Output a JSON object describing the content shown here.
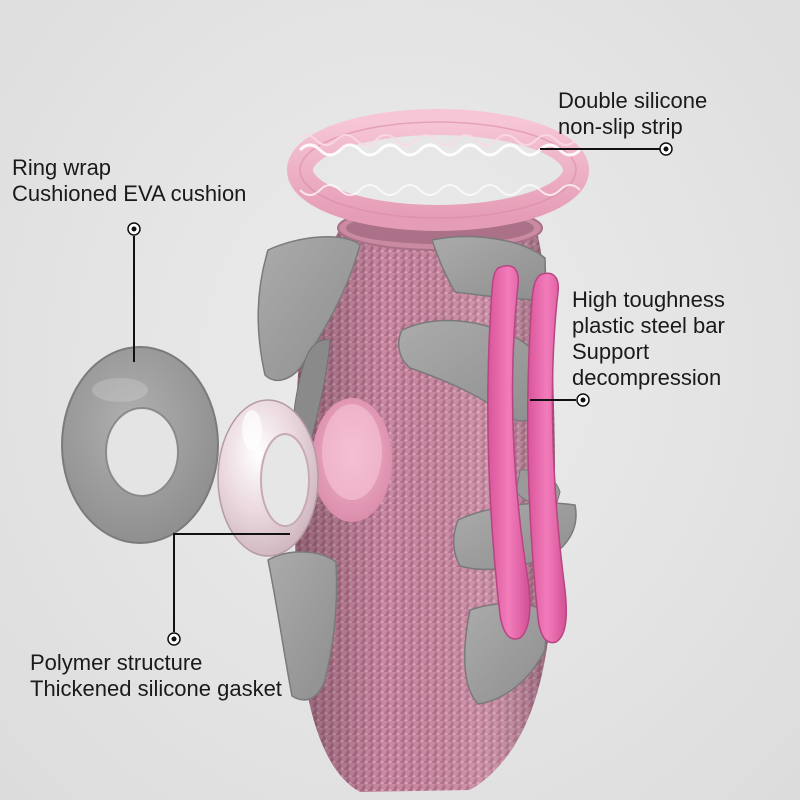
{
  "callouts": {
    "strip": {
      "line1": "Double silicone",
      "line2": "non-slip strip"
    },
    "ring_wrap": {
      "line1": "Ring wrap",
      "line2": "Cushioned EVA cushion"
    },
    "steel_bar": {
      "line1": "High toughness",
      "line2": "plastic steel bar",
      "line3": "Support",
      "line4": "decompression"
    },
    "gasket": {
      "line1": "Polymer structure",
      "line2": "Thickened silicone gasket"
    }
  },
  "colors": {
    "background": "#e6e6e6",
    "knit_pink": "#c98aa2",
    "panel_gray": "#9e9e9e",
    "bar_pink": "#ec6aae",
    "strip_pink": "#f0b7c9"
  }
}
